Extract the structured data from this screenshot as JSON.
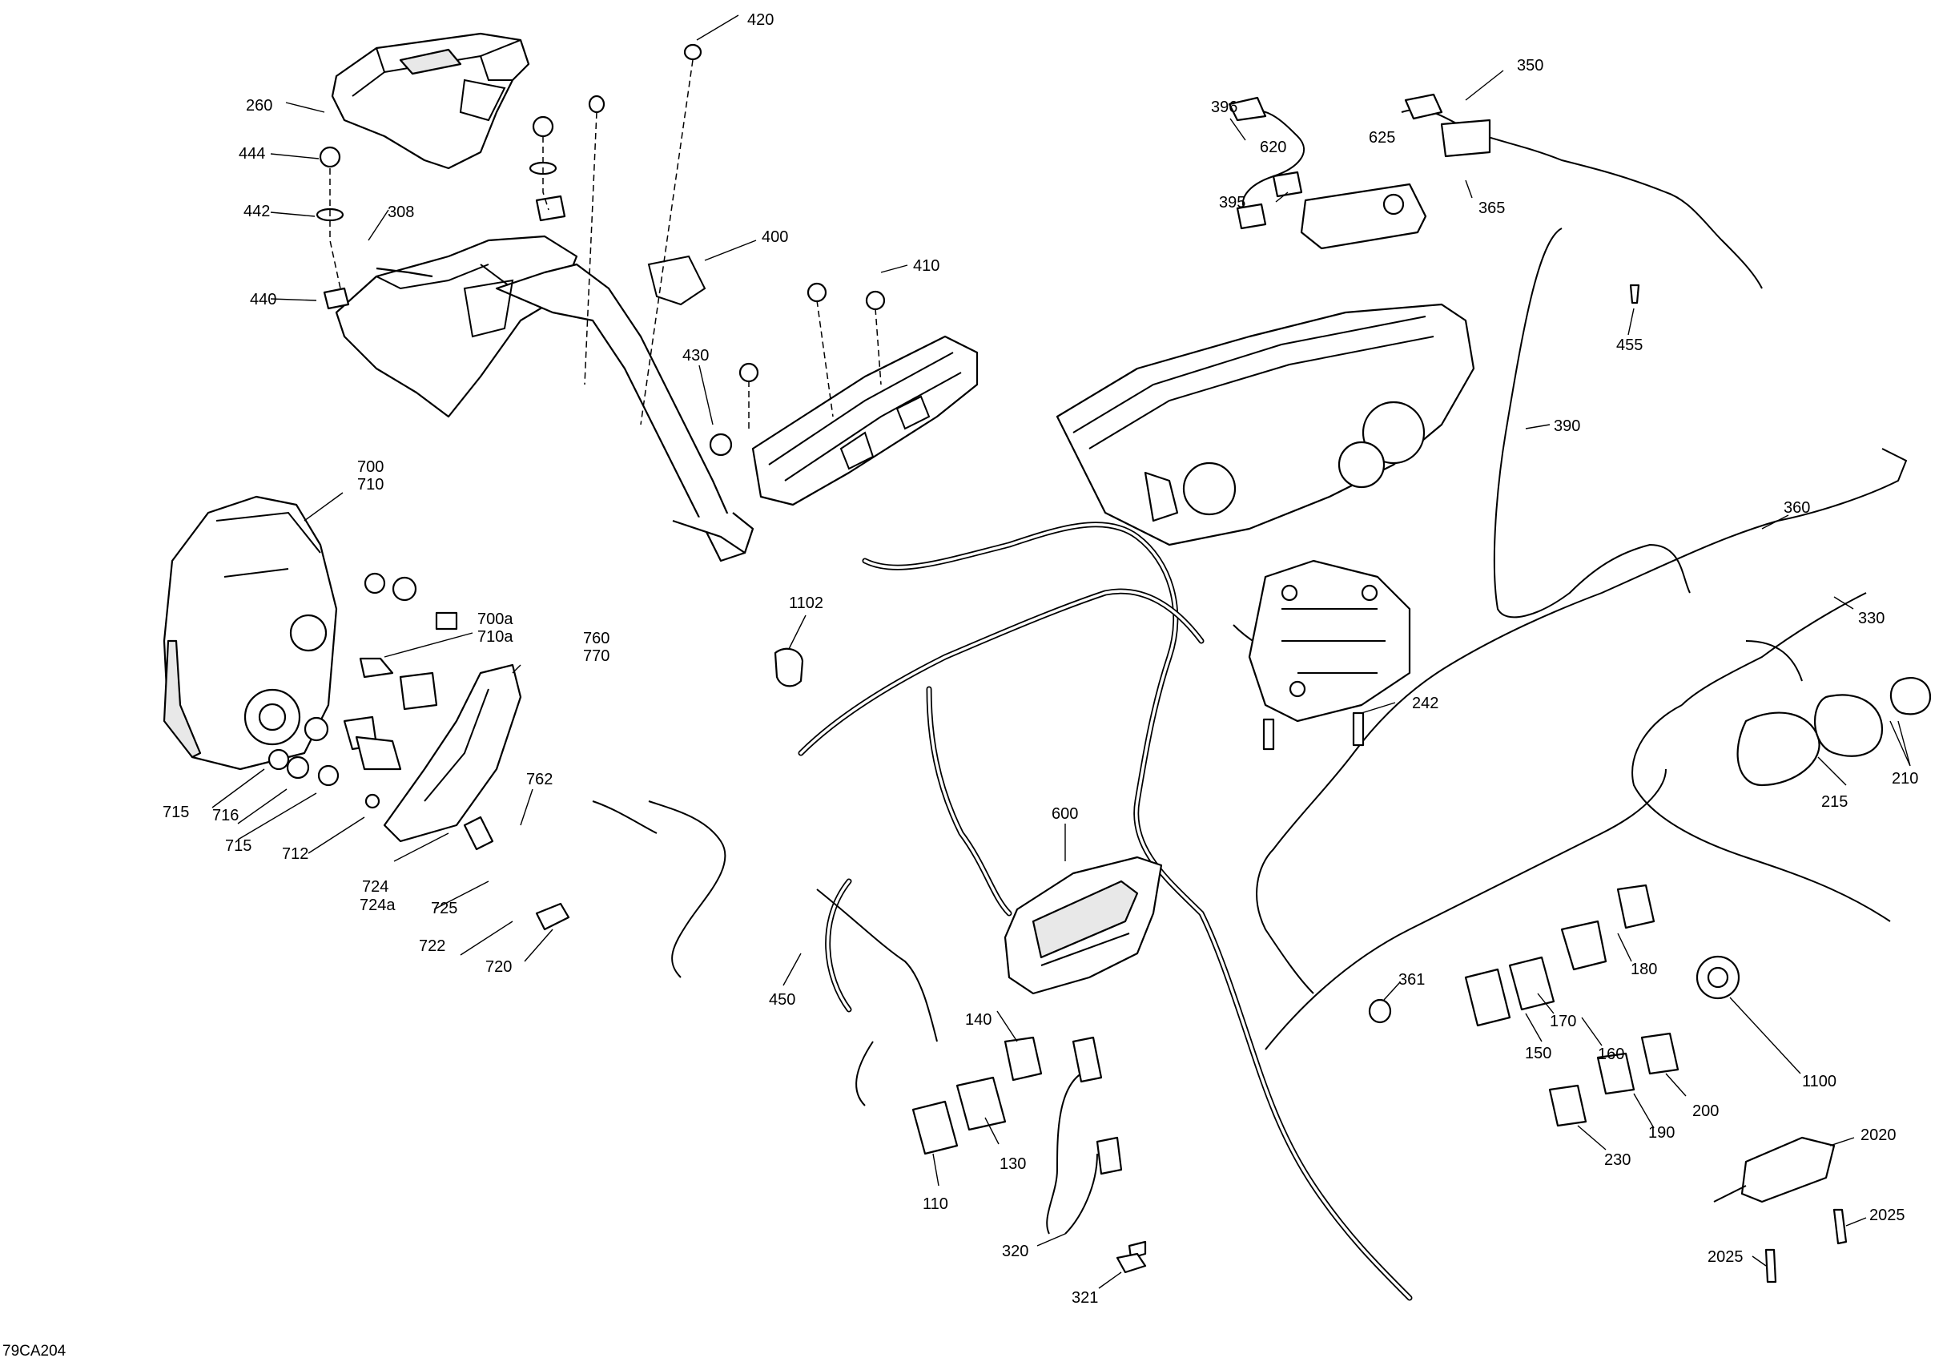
{
  "figure_reference": "79CA204",
  "callouts": [
    {
      "id": "c420",
      "label": "420"
    },
    {
      "id": "c260",
      "label": "260"
    },
    {
      "id": "c444",
      "label": "444"
    },
    {
      "id": "c442",
      "label": "442"
    },
    {
      "id": "c308",
      "label": "308"
    },
    {
      "id": "c440",
      "label": "440"
    },
    {
      "id": "c400",
      "label": "400"
    },
    {
      "id": "c410",
      "label": "410"
    },
    {
      "id": "c430",
      "label": "430"
    },
    {
      "id": "c396",
      "label": "396"
    },
    {
      "id": "c350",
      "label": "350"
    },
    {
      "id": "c620",
      "label": "620"
    },
    {
      "id": "c625",
      "label": "625"
    },
    {
      "id": "c395",
      "label": "395"
    },
    {
      "id": "c365",
      "label": "365"
    },
    {
      "id": "c455",
      "label": "455"
    },
    {
      "id": "c390",
      "label": "390"
    },
    {
      "id": "c360",
      "label": "360"
    },
    {
      "id": "c330",
      "label": "330"
    },
    {
      "id": "c700",
      "label": "700"
    },
    {
      "id": "c710",
      "label": "710"
    },
    {
      "id": "c700a",
      "label": "700a"
    },
    {
      "id": "c710a",
      "label": "710a"
    },
    {
      "id": "c760",
      "label": "760"
    },
    {
      "id": "c770",
      "label": "770"
    },
    {
      "id": "c1102",
      "label": "1102"
    },
    {
      "id": "c242",
      "label": "242"
    },
    {
      "id": "c215",
      "label": "215"
    },
    {
      "id": "c210",
      "label": "210"
    },
    {
      "id": "c715a",
      "label": "715"
    },
    {
      "id": "c716",
      "label": "716"
    },
    {
      "id": "c715b",
      "label": "715"
    },
    {
      "id": "c712",
      "label": "712"
    },
    {
      "id": "c762",
      "label": "762"
    },
    {
      "id": "c724",
      "label": "724"
    },
    {
      "id": "c724a",
      "label": "724a"
    },
    {
      "id": "c725",
      "label": "725"
    },
    {
      "id": "c722",
      "label": "722"
    },
    {
      "id": "c720",
      "label": "720"
    },
    {
      "id": "c600",
      "label": "600"
    },
    {
      "id": "c450",
      "label": "450"
    },
    {
      "id": "c361",
      "label": "361"
    },
    {
      "id": "c180",
      "label": "180"
    },
    {
      "id": "c170",
      "label": "170"
    },
    {
      "id": "c160",
      "label": "160"
    },
    {
      "id": "c150",
      "label": "150"
    },
    {
      "id": "c1100",
      "label": "1100"
    },
    {
      "id": "c140",
      "label": "140"
    },
    {
      "id": "c130",
      "label": "130"
    },
    {
      "id": "c110",
      "label": "110"
    },
    {
      "id": "c200",
      "label": "200"
    },
    {
      "id": "c190",
      "label": "190"
    },
    {
      "id": "c230",
      "label": "230"
    },
    {
      "id": "c320",
      "label": "320"
    },
    {
      "id": "c321",
      "label": "321"
    },
    {
      "id": "c2020",
      "label": "2020"
    },
    {
      "id": "c2025a",
      "label": "2025"
    },
    {
      "id": "c2025b",
      "label": "2025"
    }
  ]
}
